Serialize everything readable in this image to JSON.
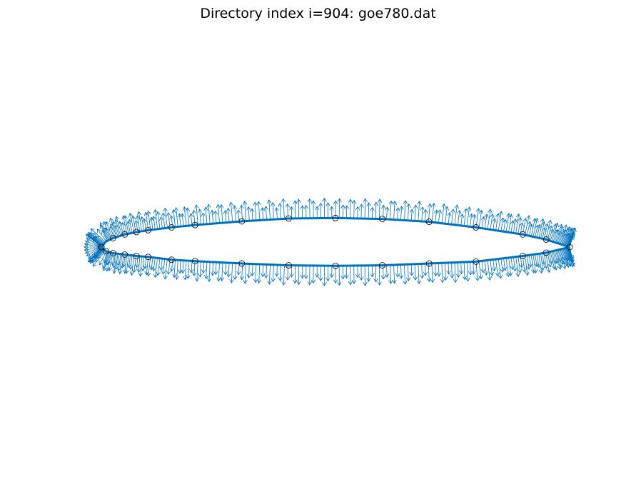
{
  "title": "Directory index i=904: goe780.dat",
  "colors": {
    "curve": "#0072bd",
    "markers": "#000000",
    "background": "#ffffff"
  },
  "chart_data": {
    "type": "line",
    "description_units": "chord fraction",
    "contour": {
      "upper_surface": {
        "x": [
          0.0,
          0.01,
          0.025,
          0.05,
          0.075,
          0.1,
          0.15,
          0.2,
          0.3,
          0.4,
          0.5,
          0.6,
          0.7,
          0.8,
          0.9,
          0.95,
          1.0
        ],
        "y": [
          0.0,
          0.012,
          0.019,
          0.027,
          0.032,
          0.036,
          0.042,
          0.047,
          0.055,
          0.061,
          0.062,
          0.06,
          0.054,
          0.042,
          0.027,
          0.016,
          0.0
        ]
      },
      "lower_surface": {
        "x": [
          0.0,
          0.01,
          0.025,
          0.05,
          0.075,
          0.1,
          0.15,
          0.2,
          0.3,
          0.4,
          0.5,
          0.6,
          0.7,
          0.8,
          0.9,
          0.95,
          1.0
        ],
        "y": [
          0.0,
          -0.009,
          -0.013,
          -0.016,
          -0.019,
          -0.021,
          -0.027,
          -0.03,
          -0.035,
          -0.039,
          -0.04,
          -0.039,
          -0.035,
          -0.031,
          -0.019,
          -0.012,
          0.0
        ]
      }
    },
    "markers": {
      "shape": "circle",
      "upper_x": [
        0.0,
        0.025,
        0.05,
        0.075,
        0.1,
        0.15,
        0.2,
        0.3,
        0.4,
        0.5,
        0.6,
        0.7,
        0.8,
        0.9,
        0.95,
        1.0
      ],
      "lower_x": [
        0.0,
        0.01,
        0.025,
        0.05,
        0.075,
        0.1,
        0.15,
        0.2,
        0.3,
        0.4,
        0.5,
        0.6,
        0.7,
        0.8,
        0.9,
        0.95
      ]
    },
    "normal_vectors": {
      "style": "arrows",
      "direction": "outward",
      "count_per_surface": 200
    },
    "axes_visible": false,
    "aspect": "equal"
  }
}
